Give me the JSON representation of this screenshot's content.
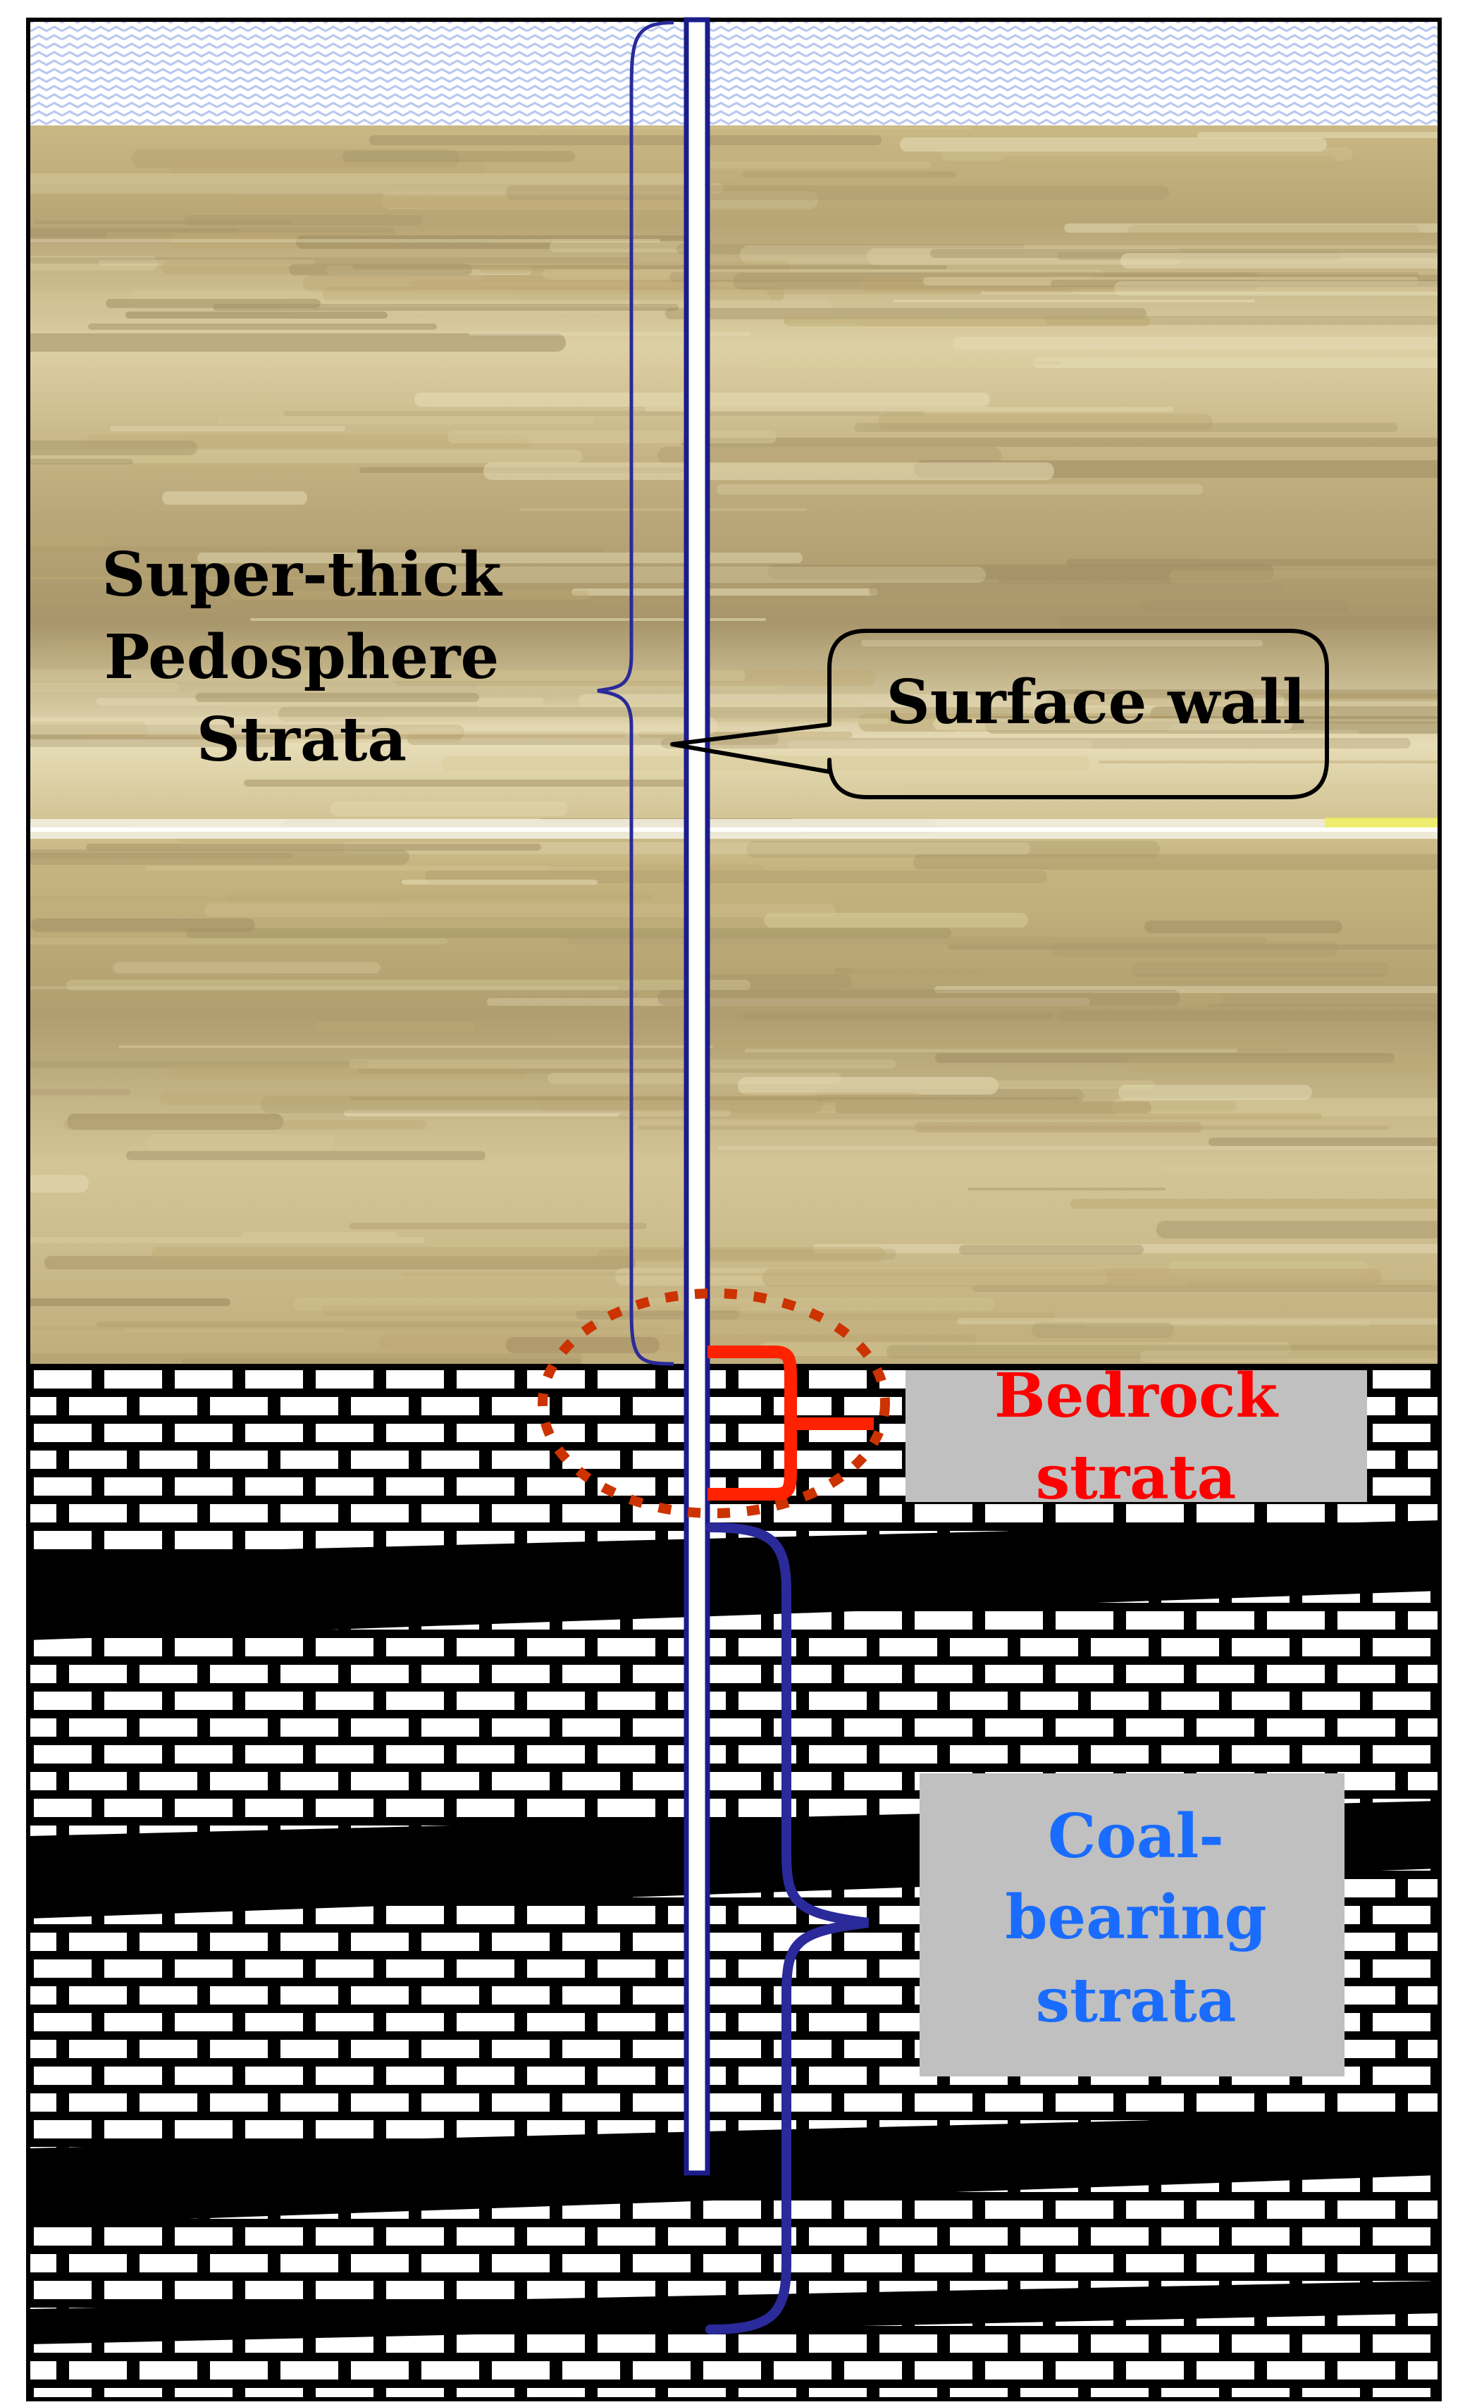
{
  "labels": {
    "pedosphere": [
      "Super-thick",
      "Pedosphere",
      "Strata"
    ],
    "surface_wall": "Surface wall",
    "bedrock": [
      "Bedrock",
      "strata"
    ],
    "coal_bearing": [
      "Coal-",
      "bearing",
      "strata"
    ]
  },
  "colors": {
    "soil_base": "#c9b784",
    "soil_dark": "#a8966a",
    "soil_light": "#e6dcb6",
    "water_pattern": "#b8c8f0",
    "coal": "#000000",
    "brick_mortar": "#000000",
    "brick": "#ffffff",
    "wall_outline": "#1c1c8c",
    "brace_blue": "#2a2a9a",
    "bedrock_red": "#ff2200",
    "dotted_circle": "#cc3300",
    "bedrock_label": "#ff0000",
    "coal_label": "#1a6cff",
    "label_box": "#c0c0c0",
    "label_text": "#000000"
  }
}
